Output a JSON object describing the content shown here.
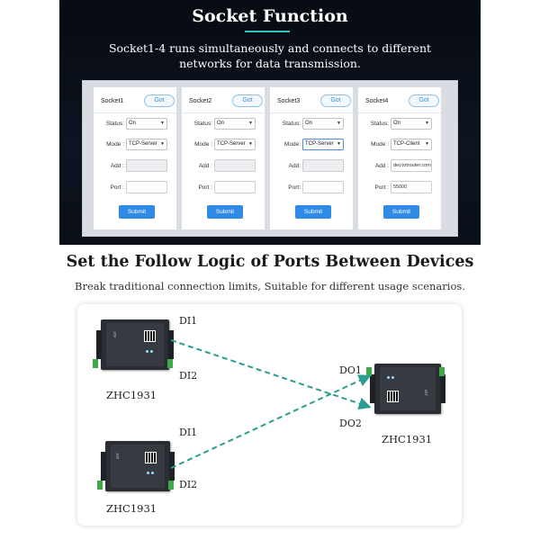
{
  "banner": {
    "title": "Socket Function",
    "description_line1": "Socket1-4 runs simultaneously and connects to different",
    "description_line2": "networks for data transmission."
  },
  "sockets": [
    {
      "name": "Socket1",
      "get_label": "Got",
      "status_label": "Status:",
      "status_value": "On",
      "mode_label": "Mode :",
      "mode_value": "TCP-Server",
      "add_label": "Add :",
      "add_value": "",
      "port_label": "Port :",
      "port_value": "",
      "submit_label": "Submit"
    },
    {
      "name": "Socket2",
      "get_label": "Got",
      "status_label": "Status:",
      "status_value": "On",
      "mode_label": "Mode :",
      "mode_value": "TCP-Server",
      "add_label": "Add :",
      "add_value": "",
      "port_label": "Port :",
      "port_value": "",
      "submit_label": "Submit"
    },
    {
      "name": "Socket3",
      "get_label": "Got",
      "status_label": "Status:",
      "status_value": "On",
      "mode_label": "Mode:",
      "mode_value": "TCP-Server",
      "add_label": "Add:",
      "add_value": "",
      "port_label": "Port:",
      "port_value": "",
      "submit_label": "Submit"
    },
    {
      "name": "Socket4",
      "get_label": "Got",
      "status_label": "Status:",
      "status_value": "On",
      "mode_label": "Mode :",
      "mode_value": "TCP-Client",
      "add_label": "Add :",
      "add_value": "dev.iotrouter.com",
      "port_label": "Port :",
      "port_value": "55000",
      "submit_label": "Submit"
    }
  ],
  "section": {
    "title": "Set the Follow Logic of Ports Between Devices",
    "subtitle": "Break traditional connection limits, Suitable for different usage scenarios."
  },
  "diagram": {
    "device_model": "ZHC1931",
    "pins": {
      "di1": "DI1",
      "di2": "DI2",
      "do1": "DO1",
      "do2": "DO2"
    },
    "colors": {
      "arrow": "#2a9d8f",
      "device": "#2a2e33",
      "terminal": "#3eaa47"
    }
  },
  "colors": {
    "accent": "#2fc7c3",
    "submit": "#2f8be5",
    "banner_bg": "#0d1420"
  }
}
